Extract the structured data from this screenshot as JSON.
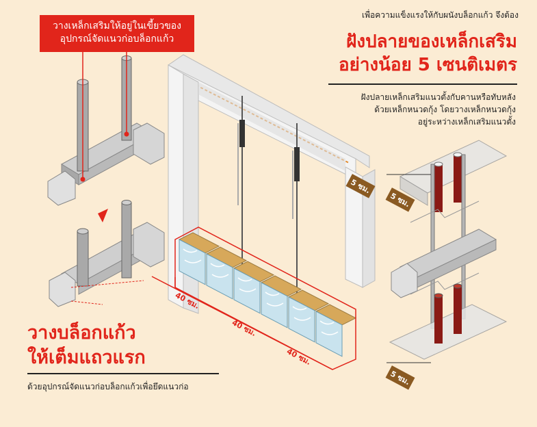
{
  "callout": {
    "line1": "วางเหล็กเสริมให้อยู่ในเขี้ยวของ",
    "line2": "อุปกรณ์จัดแนวก่อบล็อกแก้ว"
  },
  "headline": {
    "intro": "เพื่อความแข็งแรงให้กับผนังบล็อกแก้ว จึงต้อง",
    "line1": "ฝังปลายของเหล็กเสริม",
    "line2": "อย่างน้อย 5 เซนติเมตร"
  },
  "note": {
    "line1": "ฝังปลายเหล็กเสริมแนวตั้งกับคานหรือทับหลัง",
    "line2": "ด้วยเหล็กหนวดกุ้ง โดยวางเหล็กหนวดกุ้ง",
    "line3": "อยู่ระหว่างเหล็กเสริมแนวตั้ง"
  },
  "left_heading": {
    "line1": "วางบล็อกแก้ว",
    "line2": "ให้เต็มแถวแรก"
  },
  "left_note": "ด้วยอุปกรณ์จัดแนวก่อบล็อกแก้วเพื่อยึดแนวก่อ",
  "dimensions": {
    "top_gap": "5 ซม.",
    "block1": "40 ซม.",
    "block2": "40 ซม.",
    "block3": "40 ซม.",
    "right_top": "5 ซม.",
    "right_bottom": "5 ซม."
  },
  "colors": {
    "background": "#fbecd4",
    "accent_red": "#e1251b",
    "dim_brown": "#8a5a22",
    "frame": "#f1f1f1",
    "glass": "#c9e3ee",
    "wood": "#d7a85a"
  }
}
